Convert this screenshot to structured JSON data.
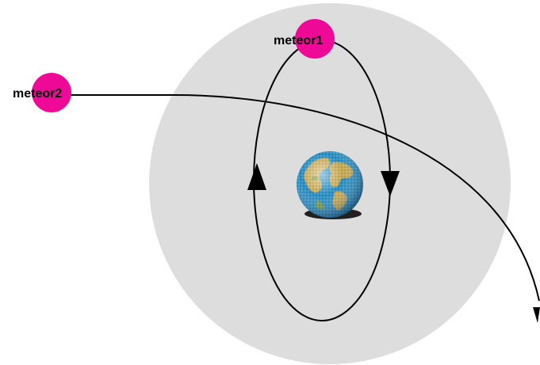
{
  "scene": {
    "colors": {
      "field": "#dddddd",
      "meteor": "#ee0a96",
      "path": "#000000",
      "ocean": "#2a8fc4",
      "land": "#c8a850"
    },
    "earth": {
      "icon": "earth-globe-icon"
    },
    "meteors": [
      {
        "id": "meteor1",
        "label": "meteor1",
        "path": "elliptical-orbit-around-earth"
      },
      {
        "id": "meteor2",
        "label": "meteor2",
        "path": "curved-deflection-past-earth"
      }
    ]
  }
}
